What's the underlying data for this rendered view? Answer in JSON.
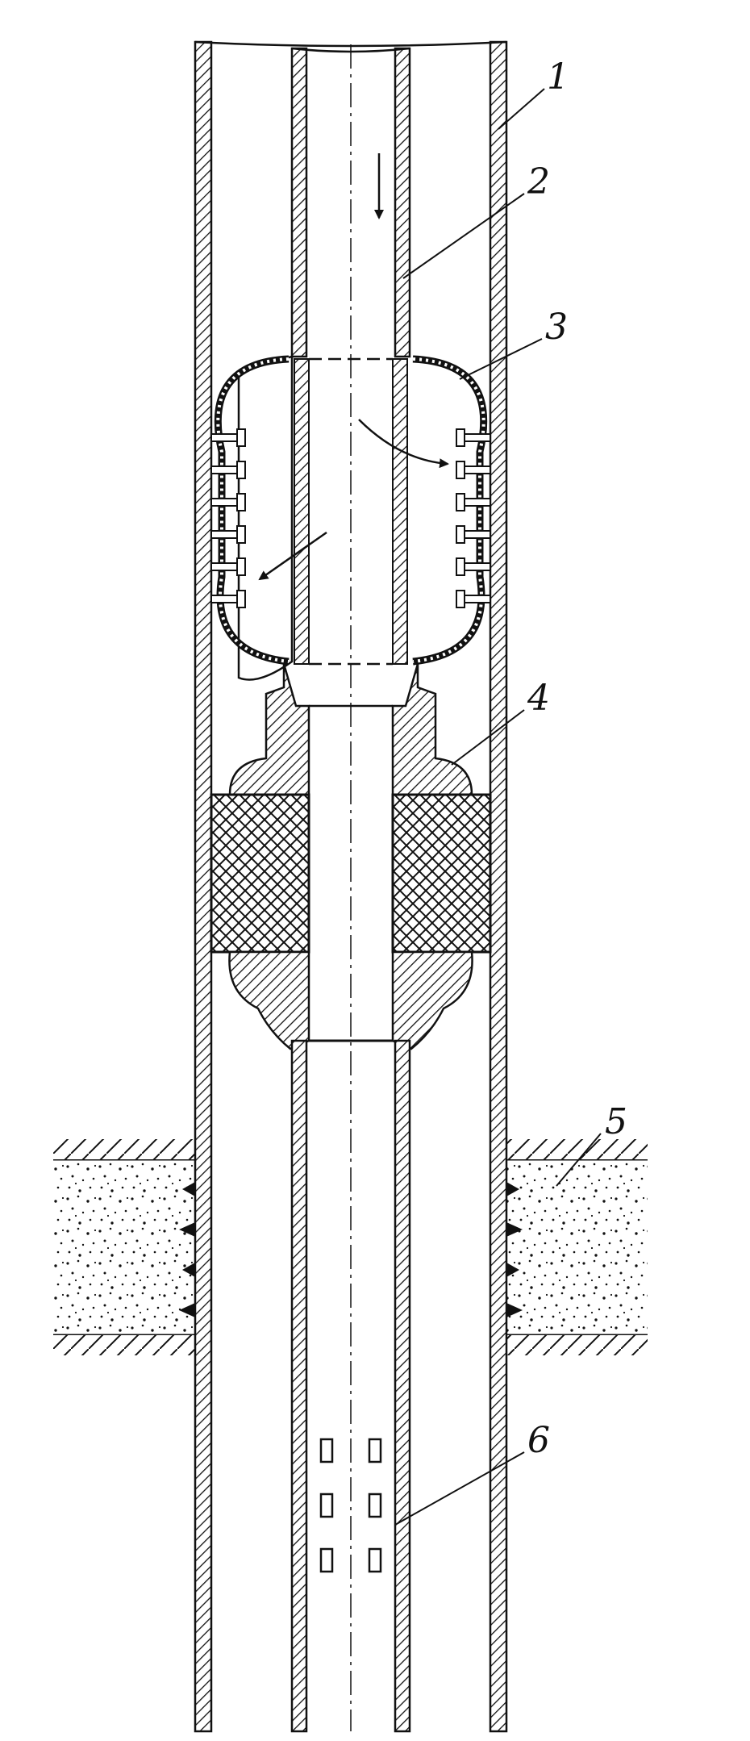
{
  "figure": {
    "callouts": [
      {
        "id": "casing",
        "text": "1"
      },
      {
        "id": "tubing",
        "text": "2"
      },
      {
        "id": "perforator-chamber",
        "text": "3"
      },
      {
        "id": "packer",
        "text": "4"
      },
      {
        "id": "formation",
        "text": "5"
      },
      {
        "id": "filter",
        "text": "6"
      }
    ]
  },
  "colors": {
    "ink": "#111111",
    "background": "#ffffff"
  }
}
